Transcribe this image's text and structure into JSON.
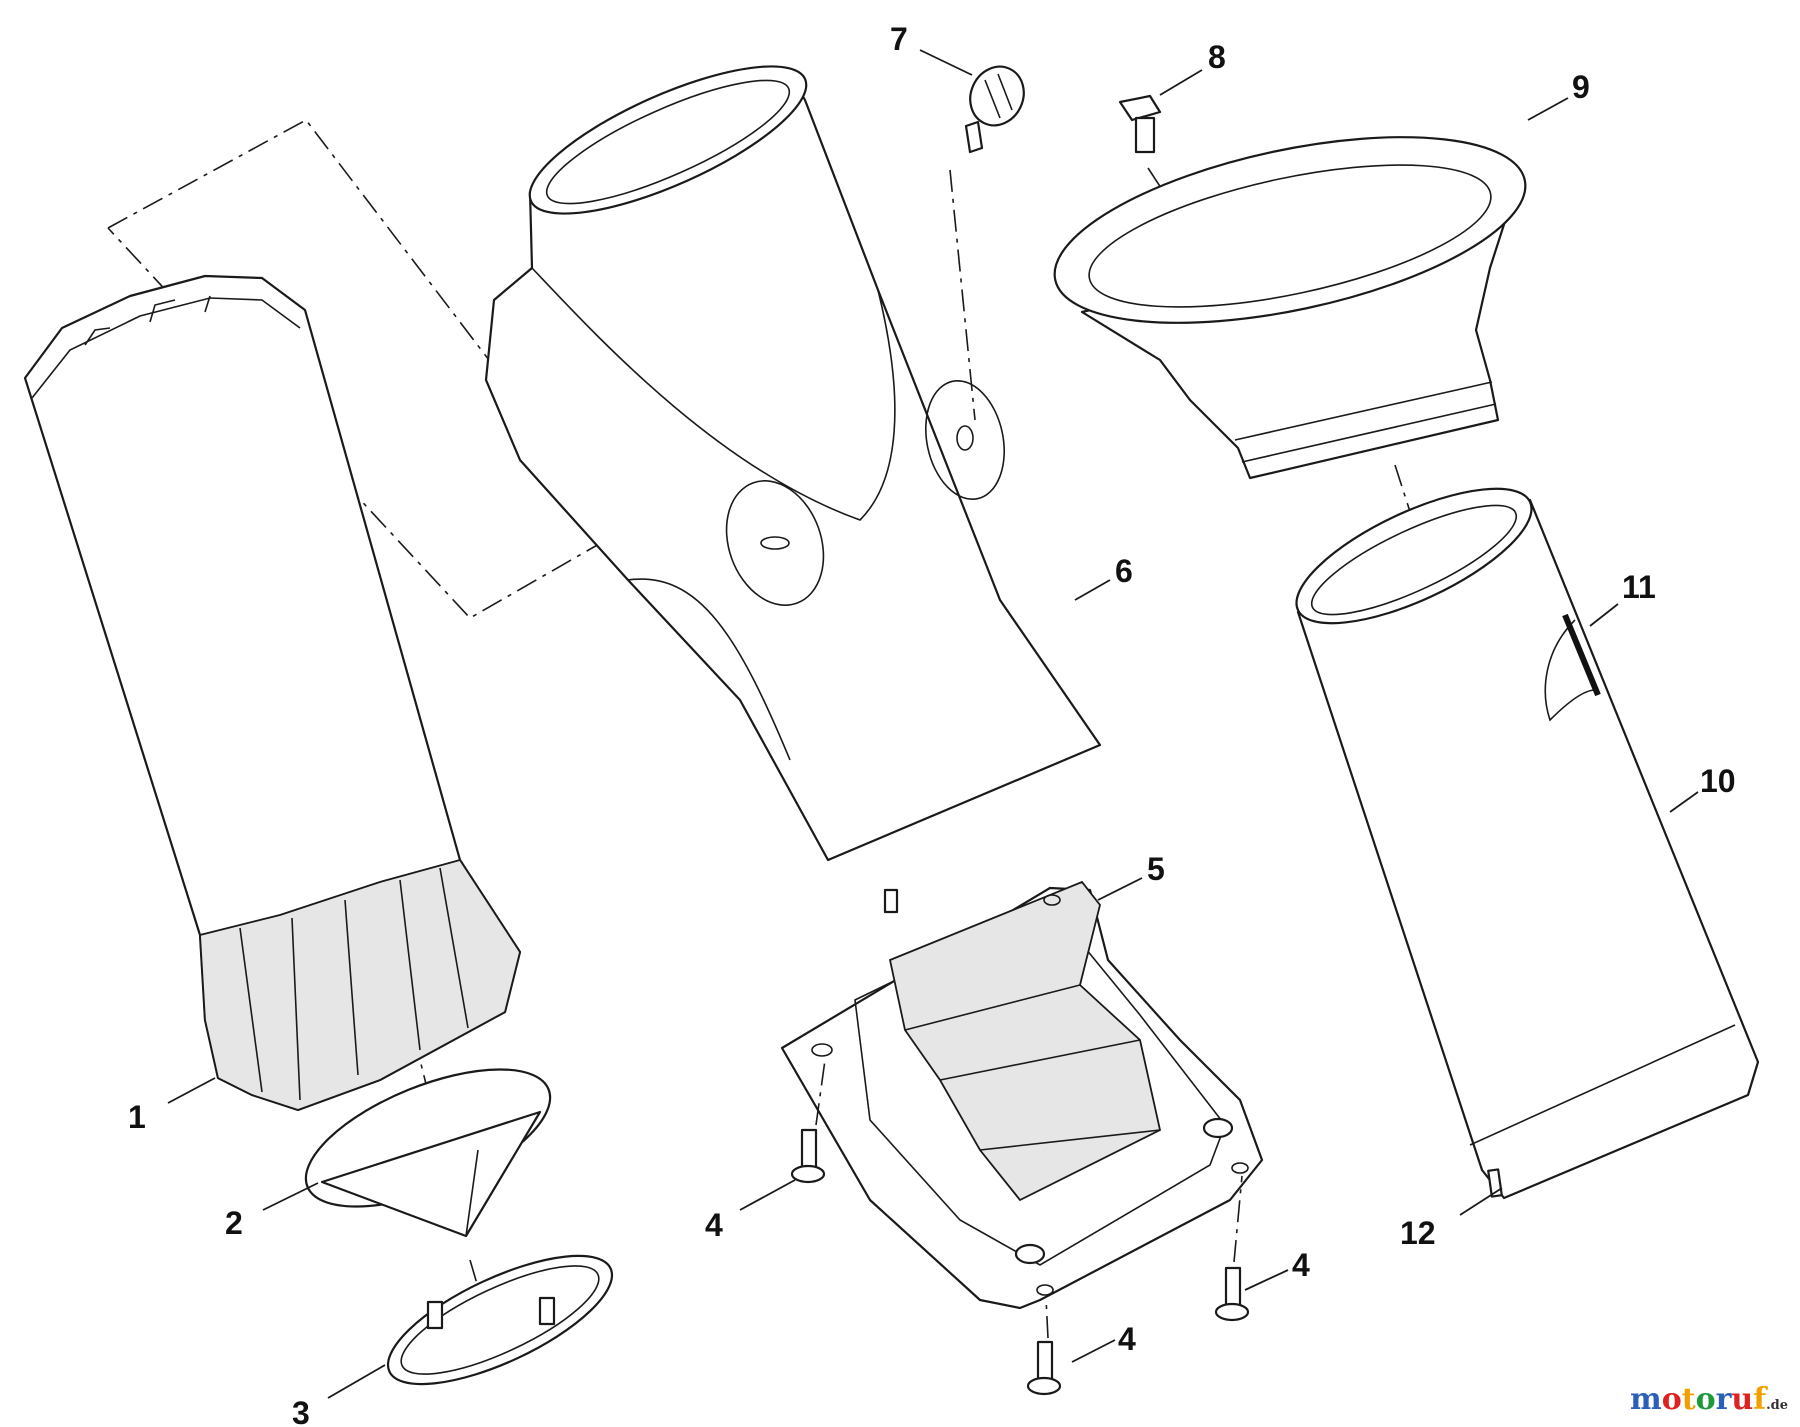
{
  "callouts": {
    "c1": "1",
    "c2": "2",
    "c3": "3",
    "c4a": "4",
    "c4b": "4",
    "c4c": "4",
    "c5": "5",
    "c6": "6",
    "c7": "7",
    "c8": "8",
    "c9": "9",
    "c10": "10",
    "c11": "11",
    "c12": "12"
  },
  "watermark": {
    "letters": [
      "m",
      "o",
      "t",
      "o",
      "r",
      "u",
      "f"
    ],
    "tld": ".de"
  },
  "colors": {
    "line": "#1a1a1a",
    "watermark_blue": "#2b5fb8",
    "watermark_red": "#dd2222",
    "watermark_orange": "#f2a000",
    "watermark_green": "#1a9a3a"
  }
}
